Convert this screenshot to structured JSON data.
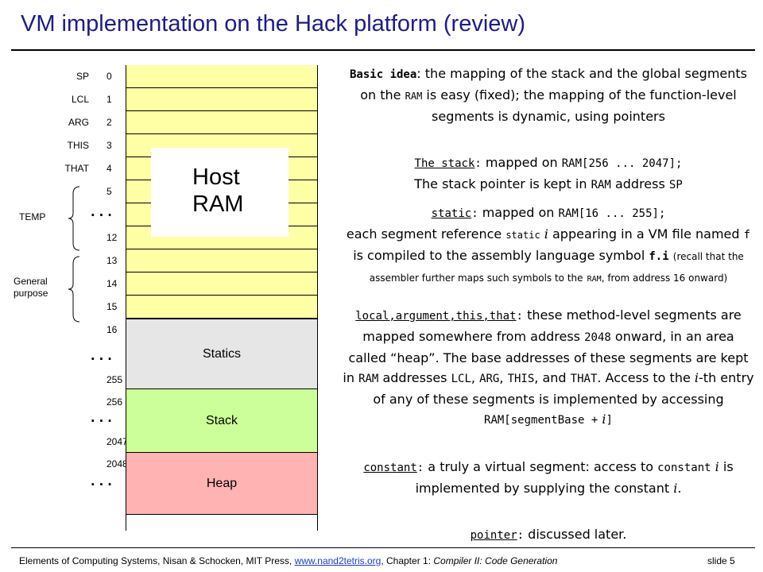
{
  "slide": {
    "title": "VM implementation on the Hack platform (review)",
    "ram_diagram": {
      "registers": [
        "SP",
        "LCL",
        "ARG",
        "THIS",
        "THAT"
      ],
      "addresses": [
        "0",
        "1",
        "2",
        "3",
        "4",
        "5",
        "12",
        "13",
        "14",
        "15",
        "16",
        "255",
        "256",
        "2047",
        "2048"
      ],
      "dots": "...",
      "host_ram": [
        "Host",
        "RAM"
      ],
      "temp_label": "TEMP",
      "general_purpose_label": [
        "General",
        "purpose"
      ],
      "regions": {
        "statics": "Statics",
        "stack": "Stack",
        "heap": "Heap"
      },
      "colors": {
        "registers": "#ffffa6",
        "statics": "#e6e6e6",
        "stack": "#ccff99",
        "heap": "#ffb3b3"
      }
    },
    "basic_idea": {
      "label": "Basic idea",
      "text_a": ": the mapping of the stack and the global segments on the",
      "ram": "RAM",
      "text_b": "is easy (fixed); the mapping of the function-level segments is dynamic, using pointers"
    },
    "stack_para": {
      "label": "The stack",
      "colon": ":",
      "text_a": "mapped on",
      "range": "RAM[256 ... 2047];",
      "text_b": "The stack pointer is kept in",
      "ram": "RAM",
      "text_c": "address",
      "sp": "SP"
    },
    "static_para": {
      "label": "static",
      "colon": ":",
      "text_a": "mapped on",
      "range": "RAM[16 ... 255];",
      "text_b": "each segment reference",
      "static_kw": "static",
      "i": "i",
      "text_c": "appearing in a VM file named",
      "f": "f",
      "text_d": "is compiled to the assembly language symbol",
      "fi": "f.i",
      "note_a": "(recall that the assembler further maps such symbols to the",
      "note_ram": "RAM",
      "note_b": ", from address 16 onward)"
    },
    "local_para": {
      "label": "local,argument,this,that",
      "colon": ":",
      "text_a": "these method-level segments are mapped somewhere from address",
      "addr": "2048",
      "text_b": "onward, in an area called “heap”. The base addresses of these segments are kept in",
      "ram": "RAM",
      "text_c": "addresses",
      "lcl": "LCL",
      "c1": ",",
      "arg": "ARG",
      "c2": ",",
      "this": "THIS",
      "c3": ", and",
      "that": "THAT",
      "text_d": ". Access to the",
      "i": "i",
      "text_e": "-th entry of any of these segments is implemented by accessing",
      "expr_a": "RAM[segmentBase +",
      "expr_i": "i",
      "expr_b": "]"
    },
    "constant_para": {
      "label": "constant",
      "colon": ":",
      "text_a": "a truly a virtual segment: access to",
      "const_kw": "constant",
      "i": "i",
      "text_b": "is implemented by supplying the constant",
      "i2": "i.",
      "text_c": ""
    },
    "pointer_para": {
      "label": "pointer",
      "colon": ":",
      "text": "discussed later."
    },
    "footer": {
      "text_a": "Elements of Computing Systems, Nisan & Schocken, MIT Press,",
      "link": "www.nand2tetris.org",
      "text_b": ", Chapter 1:",
      "chapter": "Compiler II: Code Generation",
      "slide_number": "slide 5"
    }
  }
}
